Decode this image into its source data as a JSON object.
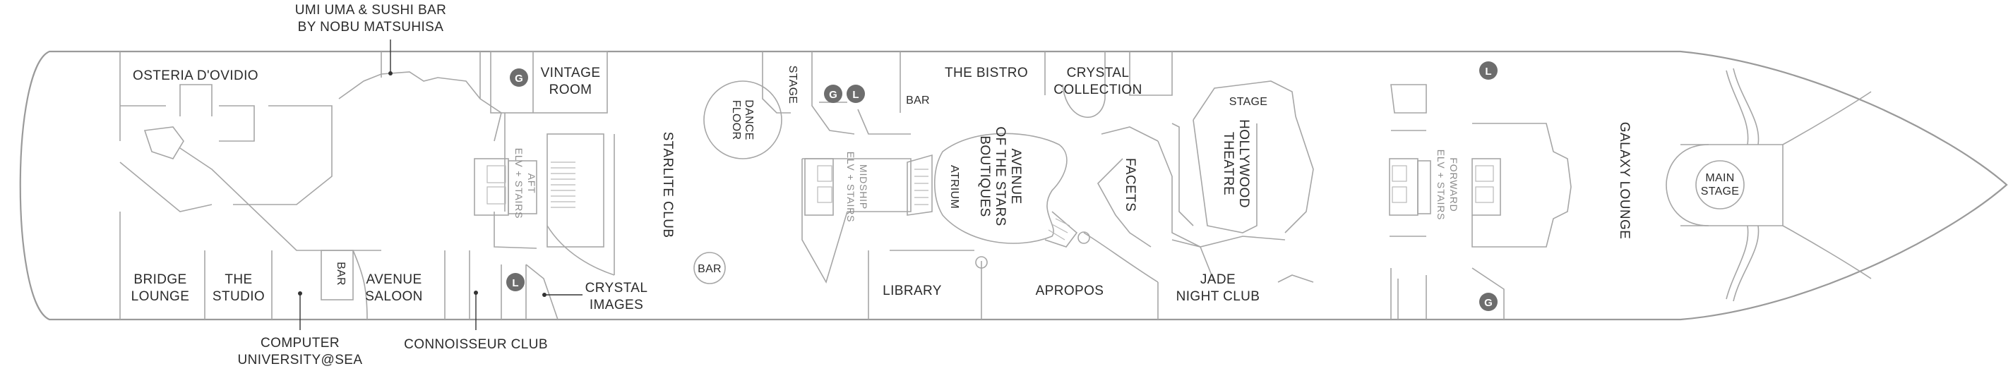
{
  "labels": {
    "umi_uma_1": "UMI UMA & SUSHI BAR",
    "umi_uma_2": "BY NOBU MATSUHISA",
    "osteria": "OSTERIA D'OVIDIO",
    "vintage_1": "VINTAGE",
    "vintage_2": "ROOM",
    "aft_elv_1": "AFT",
    "aft_elv_2": "ELV + STAIRS",
    "starlite": "STARLITE CLUB",
    "stage_left": "STAGE",
    "dance_1": "DANCE",
    "dance_2": "FLOOR",
    "bar_top": "BAR",
    "the_bistro": "THE BISTRO",
    "crystal_coll_1": "CRYSTAL",
    "crystal_coll_2": "COLLECTION",
    "midship_1": "MIDSHIP",
    "midship_2": "ELV + STAIRS",
    "atrium": "ATRIUM",
    "avenue_stars_1": "AVENUE",
    "avenue_stars_2": "OF THE STARS",
    "avenue_stars_3": "BOUTIQUES",
    "facets": "FACETS",
    "stage_theatre": "STAGE",
    "hollywood_1": "HOLLYWOOD",
    "hollywood_2": "THEATRE",
    "forward_1": "FORWARD",
    "forward_2": "ELV + STAIRS",
    "galaxy": "GALAXY LOUNGE",
    "main_stage_1": "MAIN",
    "main_stage_2": "STAGE",
    "bridge_1": "BRIDGE",
    "bridge_2": "LOUNGE",
    "studio_1": "THE",
    "studio_2": "STUDIO",
    "bar_studio": "BAR",
    "avenue_saloon_1": "AVENUE",
    "avenue_saloon_2": "SALOON",
    "crystal_images_1": "CRYSTAL",
    "crystal_images_2": "IMAGES",
    "bar_starlite": "BAR",
    "library": "LIBRARY",
    "apropos": "APROPOS",
    "jade_1": "JADE",
    "jade_2": "NIGHT CLUB",
    "computer_1": "COMPUTER",
    "computer_2": "UNIVERSITY@SEA",
    "connoisseur": "CONNOISSEUR CLUB"
  },
  "badges": {
    "g": "G",
    "l": "L"
  },
  "icons": {
    "badge": "amenity-badge-icon"
  },
  "colors": {
    "hull": "#9a9a9a",
    "badge": "#6d6d6d",
    "text": "#2b2b2b"
  }
}
